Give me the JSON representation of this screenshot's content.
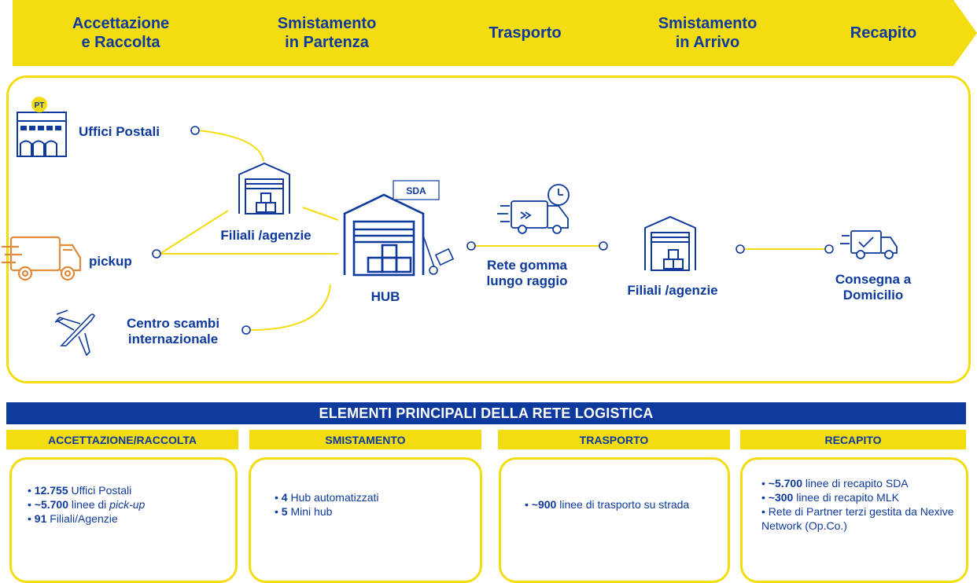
{
  "stages": [
    {
      "label": "Accettazione\ne Raccolta"
    },
    {
      "label": "Smistamento\nin Partenza"
    },
    {
      "label": "Trasporto"
    },
    {
      "label": "Smistamento\nin Arrivo"
    },
    {
      "label": "Recapito"
    }
  ],
  "diagram": {
    "pt_badge": "PT",
    "uffici_postali": "Uffici Postali",
    "pickup": "pickup",
    "centro_scambi": "Centro scambi\ninternazionale",
    "filiali_left": "Filiali /agenzie",
    "sda_tag": "SDA",
    "hub": "HUB",
    "rete_gomma": "Rete gomma\nlungo raggio",
    "filiali_right": "Filiali /agenzie",
    "consegna": "Consegna a\nDomicilio"
  },
  "elements": {
    "title": "ELEMENTI PRINCIPALI DELLA RETE LOGISTICA",
    "categories": [
      {
        "label": "ACCETTAZIONE/RACCOLTA",
        "items": [
          {
            "bold": "12.755",
            "text": " Uffici Postali"
          },
          {
            "bold": "~5.700",
            "text": " linee di ",
            "italic": "pick-up"
          },
          {
            "bold": "91",
            "text": " Filiali/Agenzie"
          }
        ]
      },
      {
        "label": "SMISTAMENTO",
        "items": [
          {
            "bold": "4",
            "text": " Hub automatizzati"
          },
          {
            "bold": "5",
            "text": " Mini hub"
          }
        ]
      },
      {
        "label": "TRASPORTO",
        "items": [
          {
            "bold": "~900",
            "text": " linee di trasporto su strada"
          }
        ]
      },
      {
        "label": "RECAPITO",
        "items": [
          {
            "bold": "~5.700",
            "text": " linee di recapito SDA"
          },
          {
            "bold": "~300",
            "text": " linee di recapito MLK"
          },
          {
            "bold": "",
            "text": "Rete di Partner terzi gestita da Nexive Network (Op.Co.)"
          }
        ]
      }
    ]
  },
  "colors": {
    "yellow": "#f3dc10",
    "blue": "#0d3a9c",
    "orange": "#e08a3c"
  }
}
